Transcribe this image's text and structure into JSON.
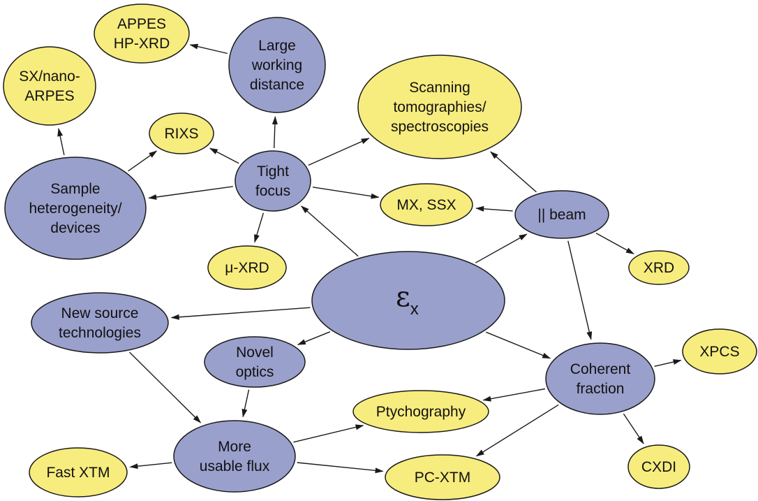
{
  "nodes": {
    "emittance": {
      "symbol": "ε",
      "subscript": "x",
      "kind": "center"
    },
    "tight_focus": {
      "lines": [
        "Tight",
        "focus"
      ],
      "kind": "property"
    },
    "large_working_distance": {
      "lines": [
        "Large",
        "working",
        "distance"
      ],
      "kind": "property"
    },
    "sample_heterogeneity": {
      "lines": [
        "Sample",
        "heterogeneity/",
        "devices"
      ],
      "kind": "property"
    },
    "parallel_beam": {
      "lines": [
        "|| beam"
      ],
      "kind": "property"
    },
    "coherent_fraction": {
      "lines": [
        "Coherent",
        "fraction"
      ],
      "kind": "property"
    },
    "new_source_technologies": {
      "lines": [
        "New source",
        "technologies"
      ],
      "kind": "property"
    },
    "novel_optics": {
      "lines": [
        "Novel",
        "optics"
      ],
      "kind": "property"
    },
    "more_usable_flux": {
      "lines": [
        "More",
        "usable flux"
      ],
      "kind": "property"
    },
    "appes_hpxrd": {
      "lines": [
        "APPES",
        "HP-XRD"
      ],
      "kind": "technique"
    },
    "sx_nano_arpes": {
      "lines": [
        "SX/nano-",
        "ARPES"
      ],
      "kind": "technique"
    },
    "rixs": {
      "lines": [
        "RIXS"
      ],
      "kind": "technique"
    },
    "scanning_tomographies": {
      "lines": [
        "Scanning",
        "tomographies/",
        "spectroscopies"
      ],
      "kind": "technique"
    },
    "mx_ssx": {
      "lines": [
        "MX, SSX"
      ],
      "kind": "technique"
    },
    "micro_xrd": {
      "lines": [
        "μ-XRD"
      ],
      "kind": "technique"
    },
    "xrd": {
      "lines": [
        "XRD"
      ],
      "kind": "technique"
    },
    "xpcs": {
      "lines": [
        "XPCS"
      ],
      "kind": "technique"
    },
    "ptychography": {
      "lines": [
        "Ptychography"
      ],
      "kind": "technique"
    },
    "pc_xtm": {
      "lines": [
        "PC-XTM"
      ],
      "kind": "technique"
    },
    "cxdi": {
      "lines": [
        "CXDI"
      ],
      "kind": "technique"
    },
    "fast_xtm": {
      "lines": [
        "Fast XTM"
      ],
      "kind": "technique"
    }
  },
  "edges": [
    {
      "from": "emittance",
      "to": "tight_focus"
    },
    {
      "from": "emittance",
      "to": "parallel_beam"
    },
    {
      "from": "emittance",
      "to": "coherent_fraction"
    },
    {
      "from": "emittance",
      "to": "new_source_technologies"
    },
    {
      "from": "emittance",
      "to": "novel_optics"
    },
    {
      "from": "tight_focus",
      "to": "large_working_distance"
    },
    {
      "from": "tight_focus",
      "to": "rixs"
    },
    {
      "from": "tight_focus",
      "to": "sample_heterogeneity"
    },
    {
      "from": "tight_focus",
      "to": "micro_xrd"
    },
    {
      "from": "tight_focus",
      "to": "mx_ssx"
    },
    {
      "from": "tight_focus",
      "to": "scanning_tomographies"
    },
    {
      "from": "large_working_distance",
      "to": "appes_hpxrd"
    },
    {
      "from": "sample_heterogeneity",
      "to": "sx_nano_arpes"
    },
    {
      "from": "sample_heterogeneity",
      "to": "rixs"
    },
    {
      "from": "parallel_beam",
      "to": "mx_ssx"
    },
    {
      "from": "parallel_beam",
      "to": "scanning_tomographies"
    },
    {
      "from": "parallel_beam",
      "to": "xrd"
    },
    {
      "from": "parallel_beam",
      "to": "coherent_fraction"
    },
    {
      "from": "coherent_fraction",
      "to": "xpcs"
    },
    {
      "from": "coherent_fraction",
      "to": "ptychography"
    },
    {
      "from": "coherent_fraction",
      "to": "pc_xtm"
    },
    {
      "from": "coherent_fraction",
      "to": "cxdi"
    },
    {
      "from": "new_source_technologies",
      "to": "more_usable_flux"
    },
    {
      "from": "novel_optics",
      "to": "more_usable_flux"
    },
    {
      "from": "more_usable_flux",
      "to": "ptychography"
    },
    {
      "from": "more_usable_flux",
      "to": "pc_xtm"
    },
    {
      "from": "more_usable_flux",
      "to": "fast_xtm"
    }
  ],
  "colors": {
    "property_fill": "#9aa0cc",
    "technique_fill": "#f7ec7e",
    "outline": "#1a1a1a"
  }
}
